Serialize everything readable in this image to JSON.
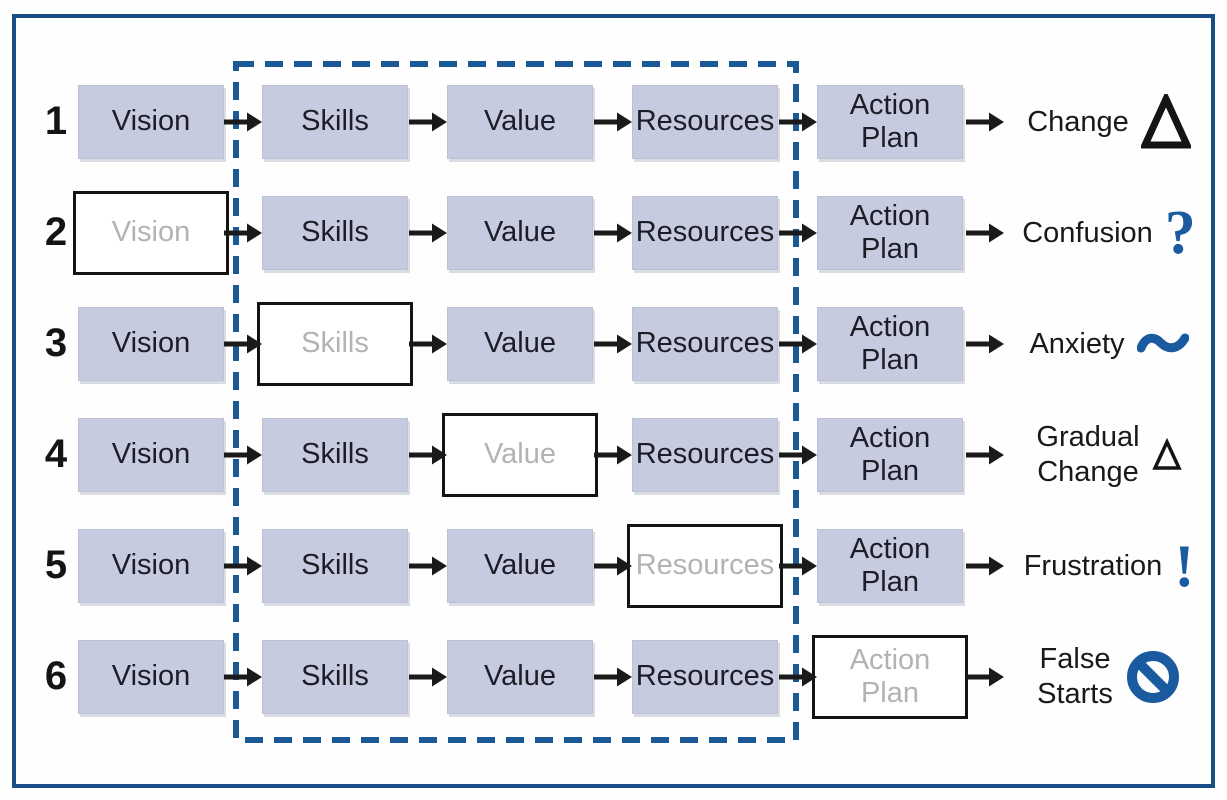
{
  "colors": {
    "box_fill": "#c7cbdf",
    "frame_blue": "#1a4d87",
    "dashed_blue": "#1a5896",
    "icon_blue": "#1a5a9e",
    "missing_text_gray": "#b3b3b6",
    "arrow_black": "#1a1a1a"
  },
  "columns": [
    "Vision",
    "Skills",
    "Value",
    "Resources",
    "Action Plan"
  ],
  "dashed_zone_encloses": [
    "Skills",
    "Value",
    "Resources"
  ],
  "rows": [
    {
      "number": "1",
      "boxes": [
        "Vision",
        "Skills",
        "Value",
        "Resources",
        "Action Plan"
      ],
      "missing": null,
      "outcome": {
        "line1": "Change",
        "icon": "delta-triangle-large"
      }
    },
    {
      "number": "2",
      "boxes": [
        "Vision",
        "Skills",
        "Value",
        "Resources",
        "Action Plan"
      ],
      "missing": "Vision",
      "outcome": {
        "line1": "Confusion",
        "icon": "question-mark",
        "glyph": "?"
      }
    },
    {
      "number": "3",
      "boxes": [
        "Vision",
        "Skills",
        "Value",
        "Resources",
        "Action Plan"
      ],
      "missing": "Skills",
      "outcome": {
        "line1": "Anxiety",
        "icon": "tilde-wave"
      }
    },
    {
      "number": "4",
      "boxes": [
        "Vision",
        "Skills",
        "Value",
        "Resources",
        "Action Plan"
      ],
      "missing": "Value",
      "outcome": {
        "line1": "Gradual",
        "line2": "Change",
        "icon": "delta-triangle-small"
      }
    },
    {
      "number": "5",
      "boxes": [
        "Vision",
        "Skills",
        "Value",
        "Resources",
        "Action Plan"
      ],
      "missing": "Resources",
      "outcome": {
        "line1": "Frustration",
        "icon": "exclamation-mark",
        "glyph": "!"
      }
    },
    {
      "number": "6",
      "boxes": [
        "Vision",
        "Skills",
        "Value",
        "Resources",
        "Action Plan"
      ],
      "missing": "Action Plan",
      "outcome": {
        "line1": "False",
        "line2": "Starts",
        "icon": "no-entry-sign"
      }
    }
  ]
}
